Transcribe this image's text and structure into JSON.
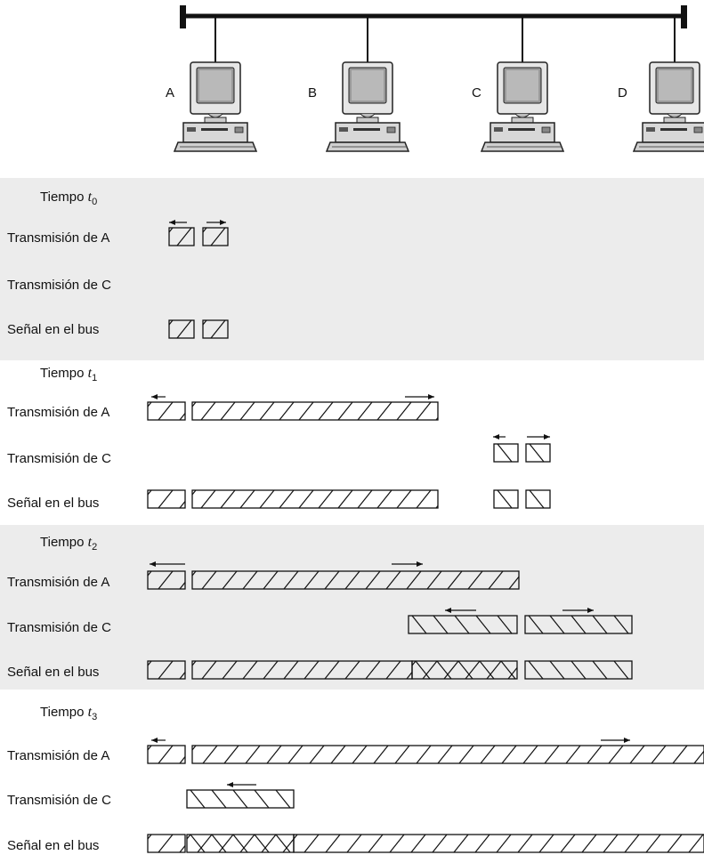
{
  "nodes": [
    {
      "id": "A"
    },
    {
      "id": "B"
    },
    {
      "id": "C"
    },
    {
      "id": "D"
    }
  ],
  "time_word": "Tiempo",
  "time_symbol": "t",
  "panels": [
    {
      "subscript": "0",
      "rows": [
        {
          "label": "Transmisión de A"
        },
        {
          "label": "Transmisión de C"
        },
        {
          "label": "Señal en el bus"
        }
      ]
    },
    {
      "subscript": "1",
      "rows": [
        {
          "label": "Transmisión de A"
        },
        {
          "label": "Transmisión de C"
        },
        {
          "label": "Señal en el bus"
        }
      ]
    },
    {
      "subscript": "2",
      "rows": [
        {
          "label": "Transmisión de A"
        },
        {
          "label": "Transmisión de C"
        },
        {
          "label": "Señal en el bus"
        }
      ]
    },
    {
      "subscript": "3",
      "rows": [
        {
          "label": "Transmisión de A"
        },
        {
          "label": "Transmisión de C"
        },
        {
          "label": "Señal en el bus"
        }
      ]
    }
  ]
}
